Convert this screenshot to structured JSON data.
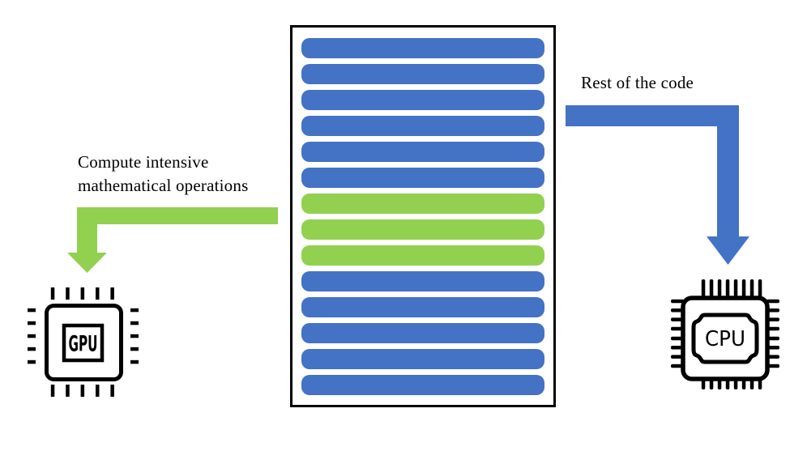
{
  "diagram": {
    "left_label": "Compute intensive mathematical operations",
    "right_label": "Rest of the code",
    "gpu_label": "GPU",
    "cpu_label": "CPU"
  },
  "code_block": {
    "lines": [
      "blue",
      "blue",
      "blue",
      "blue",
      "blue",
      "blue",
      "green",
      "green",
      "green",
      "blue",
      "blue",
      "blue",
      "blue",
      "blue"
    ]
  },
  "colors": {
    "blue": "#4472C4",
    "green": "#92D050",
    "outline": "#000000",
    "background": "#FFFFFF"
  }
}
